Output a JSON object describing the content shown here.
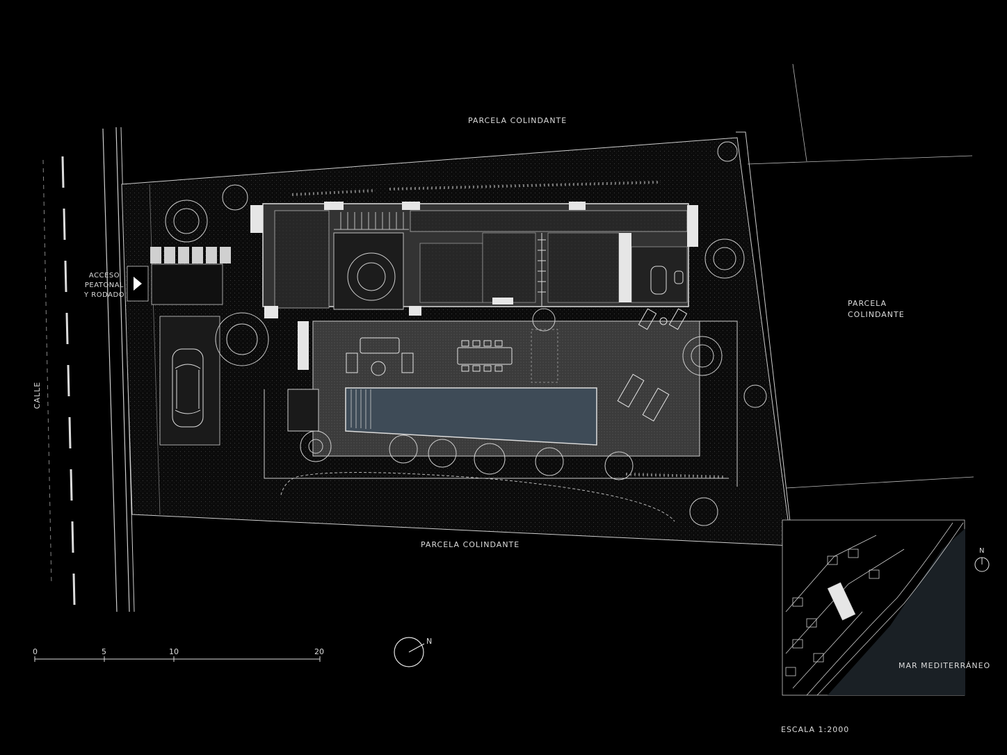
{
  "labels": {
    "parcela_top": "PARCELA COLINDANTE",
    "parcela_bottom": "PARCELA COLINDANTE",
    "parcela_right_1": "PARCELA",
    "parcela_right_2": "COLINDANTE",
    "acceso_1": "ACCESO",
    "acceso_2": "PEATONAL",
    "acceso_3": "Y RODADO",
    "calle": "CALLE",
    "mar": "MAR MEDITERRÁNEO",
    "escala": "ESCALA 1:2000"
  },
  "scale_bar": {
    "ticks": [
      "0",
      "5",
      "10",
      "20"
    ]
  },
  "north": {
    "main": "N",
    "inset": "N"
  },
  "colors": {
    "background": "#000000",
    "line": "#cfcfcf",
    "pool": "#3e4b57",
    "sea": "#1a2025"
  }
}
